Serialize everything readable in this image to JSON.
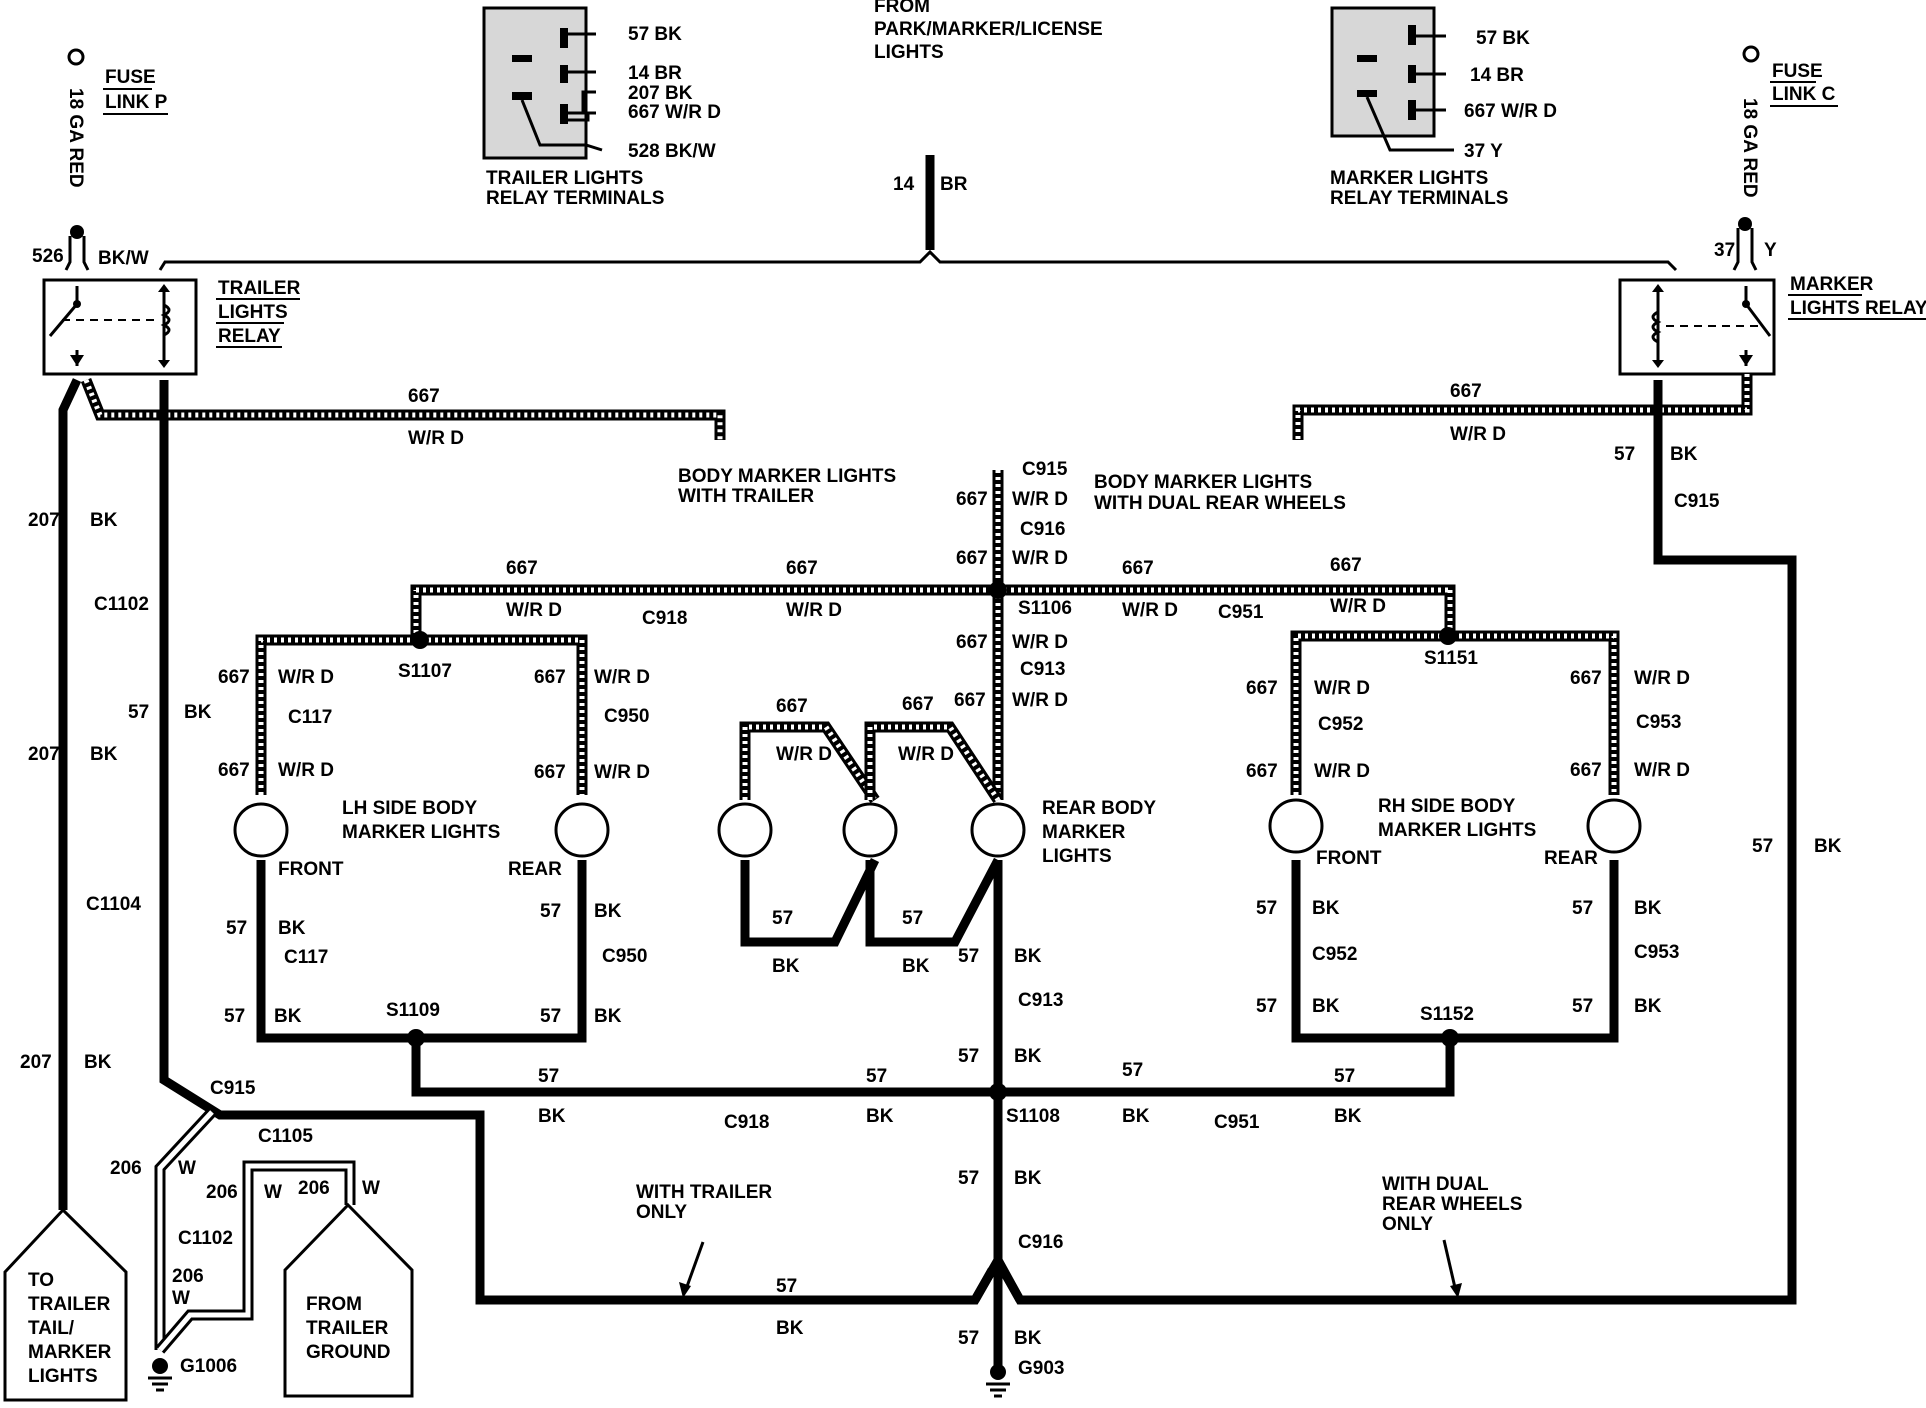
{
  "top": {
    "from_label": [
      "FROM",
      "PARK/MARKER/LICENSE",
      "LIGHTS"
    ],
    "br_circuit": "14",
    "br_color": "BR"
  },
  "trailer_terminals": {
    "caption": [
      "TRAILER LIGHTS",
      "RELAY TERMINALS"
    ],
    "pins": [
      "57 BK",
      "14 BR",
      "207 BK",
      "667 W/R D",
      "528 BK/W"
    ]
  },
  "marker_terminals": {
    "caption": [
      "MARKER LIGHTS",
      "RELAY TERMINALS"
    ],
    "pins": [
      "57 BK",
      "14 BR",
      "667 W/R D",
      "37 Y"
    ]
  },
  "fuse_p": {
    "name": [
      "FUSE",
      "LINK P"
    ],
    "gauge": "18 GA RED"
  },
  "fuse_c": {
    "name": [
      "FUSE",
      "LINK C"
    ],
    "gauge": "18 GA RED"
  },
  "trailer_relay": {
    "name": [
      "TRAILER",
      "LIGHTS",
      "RELAY"
    ],
    "in_circuit": "526",
    "in_color": "BK/W"
  },
  "marker_relay": {
    "name": [
      "MARKER",
      "LIGHTS RELAY"
    ],
    "in_circuit": "37",
    "in_color": "Y"
  },
  "wires": {
    "w667": "667",
    "wr": "W/R D",
    "w57": "57",
    "bk": "BK",
    "w207": "207",
    "w206": "206",
    "w": "W"
  },
  "connectors": {
    "c915": "C915",
    "c916": "C916",
    "c913": "C913",
    "c918": "C918",
    "c951": "C951",
    "c117": "C117",
    "c950": "C950",
    "c952": "C952",
    "c953": "C953",
    "c1102": "C1102",
    "c1104": "C1104",
    "c1105": "C1105"
  },
  "splices": {
    "s1106": "S1106",
    "s1107": "S1107",
    "s1151": "S1151",
    "s1109": "S1109",
    "s1152": "S1152",
    "s1108": "S1108"
  },
  "grounds": {
    "g1006": "G1006",
    "g903": "G903"
  },
  "notes": {
    "body_trailer": [
      "BODY MARKER LIGHTS",
      "WITH TRAILER"
    ],
    "body_dual": [
      "BODY MARKER LIGHTS",
      "WITH DUAL REAR WHEELS"
    ],
    "with_trailer": [
      "WITH TRAILER",
      "ONLY"
    ],
    "with_dual": [
      "WITH DUAL",
      "REAR WHEELS",
      "ONLY"
    ]
  },
  "lamps": {
    "lh_title": [
      "LH SIDE BODY",
      "MARKER LIGHTS"
    ],
    "rh_title": [
      "RH SIDE BODY",
      "MARKER LIGHTS"
    ],
    "rear_title": [
      "REAR BODY",
      "MARKER",
      "LIGHTS"
    ],
    "front": "FRONT",
    "rear": "REAR"
  },
  "terminals": {
    "to_trailer": [
      "TO",
      "TRAILER",
      "TAIL/",
      "MARKER",
      "LIGHTS"
    ],
    "from_trailer": [
      "FROM",
      "TRAILER",
      "GROUND"
    ]
  }
}
